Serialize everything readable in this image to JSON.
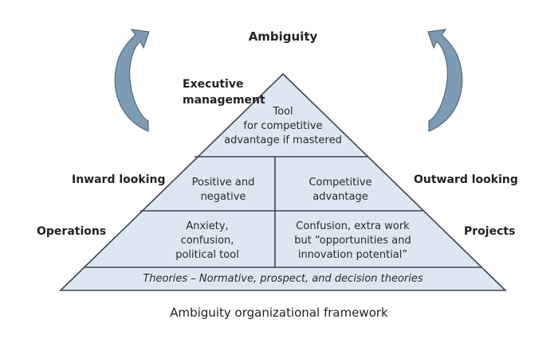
{
  "title": "Ambiguity",
  "caption": "Ambiguity organizational framework",
  "side_labels": {
    "executive": "Executive\nmanagement",
    "inward": "Inward looking",
    "outward": "Outward looking",
    "operations": "Operations",
    "projects": "Projects"
  },
  "pyramid": {
    "top": "Tool\nfor competitive\nadvantage if mastered",
    "middle_left": "Positive and\nnegative",
    "middle_right": "Competitive\nadvantage",
    "lower_left": "Anxiety,\nconfusion,\npolitical tool",
    "lower_right": "Confusion, extra work\nbut “opportunities and\ninnovation potential”",
    "base": "Theories – Normative, prospect, and decision theories"
  },
  "colors": {
    "pyramid_fill": "#dde7f1",
    "pyramid_stroke": "#3d4450",
    "arrow_fill": "#7d9bb3",
    "arrow_stroke": "#4e6b82"
  },
  "icons": {
    "left_arrow": "curved-arrow-up-right-icon",
    "right_arrow": "curved-arrow-up-left-icon"
  }
}
